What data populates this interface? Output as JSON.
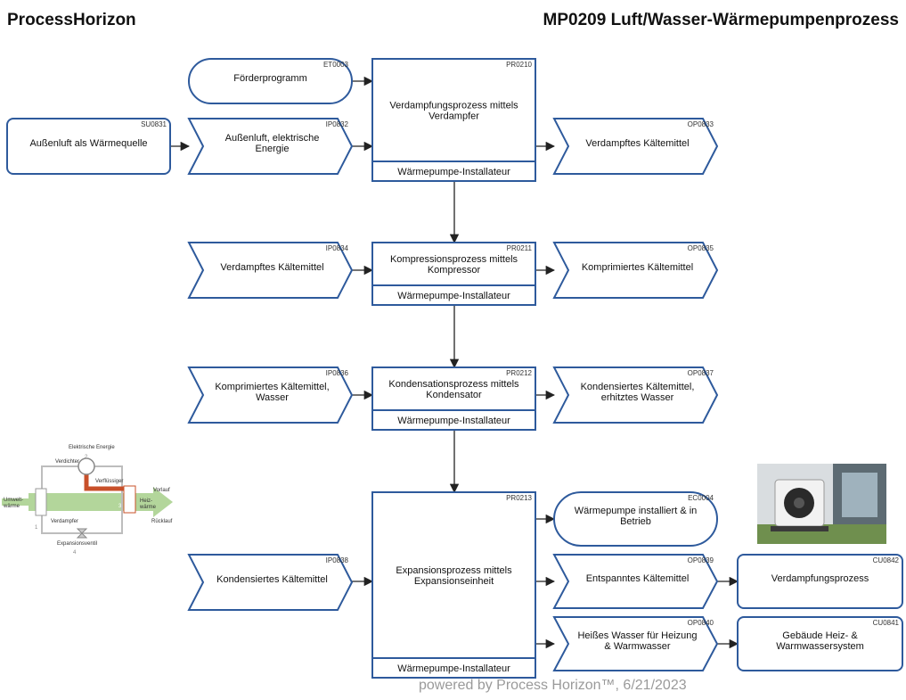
{
  "header": {
    "brand": "ProcessHorizon",
    "title": "MP0209 Luft/Wasser-Wärmepumpenprozess"
  },
  "footer": "powered by Process Horizon™, 6/21/2023",
  "colors": {
    "stroke": "#2e5a9c",
    "arrow": "#222222",
    "pipe_hot": "#c8502a",
    "flow_green": "#a6cf8a"
  },
  "nodes": {
    "et0003": {
      "code": "ET0003",
      "label": [
        "Förderprogramm"
      ]
    },
    "su0831": {
      "code": "SU0831",
      "label": [
        "Außenluft als Wärmequelle"
      ]
    },
    "ip0832": {
      "code": "IP0832",
      "label": [
        "Außenluft, elektrische",
        "Energie"
      ]
    },
    "pr0210": {
      "code": "PR0210",
      "label": [
        "Verdampfungsprozess mittels",
        "Verdampfer"
      ],
      "role": "Wärmepumpe-Installateur"
    },
    "op0833": {
      "code": "OP0833",
      "label": [
        "Verdampftes Kältemittel"
      ]
    },
    "ip0834": {
      "code": "IP0834",
      "label": [
        "Verdampftes Kältemittel"
      ]
    },
    "pr0211": {
      "code": "PR0211",
      "label": [
        "Kompressionsprozess mittels",
        "Kompressor"
      ],
      "role": "Wärmepumpe-Installateur"
    },
    "op0835": {
      "code": "OP0835",
      "label": [
        "Komprimiertes Kältemittel"
      ]
    },
    "ip0836": {
      "code": "IP0836",
      "label": [
        "Komprimiertes Kältemittel,",
        "Wasser"
      ]
    },
    "pr0212": {
      "code": "PR0212",
      "label": [
        "Kondensationsprozess mittels",
        "Kondensator"
      ],
      "role": "Wärmepumpe-Installateur"
    },
    "op0837": {
      "code": "OP0837",
      "label": [
        "Kondensiertes Kältemittel,",
        "erhitztes Wasser"
      ]
    },
    "ip0838": {
      "code": "IP0838",
      "label": [
        "Kondensiertes Kältemittel"
      ]
    },
    "pr0213": {
      "code": "PR0213",
      "label": [
        "Expansionsprozess mittels",
        "Expansionseinheit"
      ],
      "role": "Wärmepumpe-Installateur"
    },
    "ec0004": {
      "code": "EC0004",
      "label": [
        "Wärmepumpe installiert & in",
        "Betrieb"
      ]
    },
    "op0839": {
      "code": "OP0839",
      "label": [
        "Entspanntes Kältemittel"
      ]
    },
    "op0840": {
      "code": "OP0840",
      "label": [
        "Heißes Wasser für Heizung",
        "& Warmwasser"
      ]
    },
    "cu0842": {
      "code": "CU0842",
      "label": [
        "Verdampfungsprozess"
      ]
    },
    "cu0841": {
      "code": "CU0841",
      "label": [
        "Gebäude Heiz- &",
        "Warmwassersystem"
      ]
    }
  },
  "schematic": {
    "elektrische_energie": "Elektrische Energie",
    "verdichter": "Verdichter",
    "verfluessiger": "Verflüssiger",
    "vorlauf": "Vorlauf",
    "heizwaerme": [
      "Heiz-",
      "wärme"
    ],
    "ruecklauf": "Rücklauf",
    "umweltwaerme": [
      "Umwelt-",
      "wärme"
    ],
    "verdampfer": "Verdampfer",
    "expansionsventil": "Expansionsventil",
    "steps": [
      "1",
      "2",
      "3",
      "4"
    ]
  },
  "photo": {
    "description_icon": "heat-pump-unit-photo"
  }
}
